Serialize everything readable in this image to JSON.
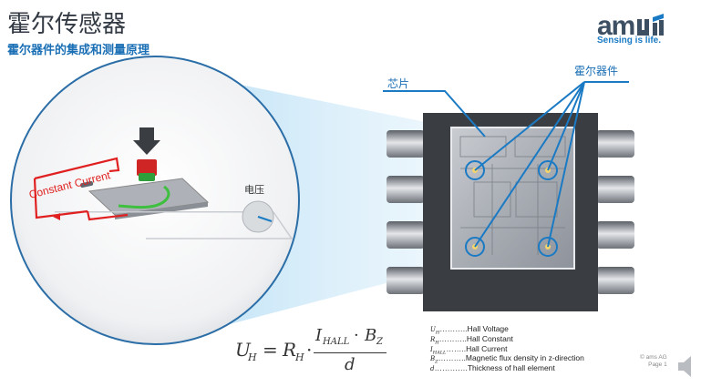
{
  "slide": {
    "title": "霍尔传感器",
    "subtitle": "霍尔器件的集成和测量原理"
  },
  "logo": {
    "wordmark": "am",
    "tagline": "Sensing is life."
  },
  "diagram": {
    "constant_current_label": "Constant Current",
    "voltage_label": "电压",
    "chip_label": "芯片",
    "hall_device_label": "霍尔器件"
  },
  "formula": {
    "lhs": "U",
    "lhs_sub": "H",
    "equals": "=",
    "r": "R",
    "r_sub": "H",
    "dot": "·",
    "i": "I",
    "i_sub": "HALL",
    "b": "B",
    "b_sub": "Z",
    "denominator": "d"
  },
  "legend": [
    {
      "symbol": "U",
      "sub": "H",
      "dots": "………..",
      "text": "Hall Voltage"
    },
    {
      "symbol": "R",
      "sub": "H",
      "dots": "………..",
      "text": "Hall Constant"
    },
    {
      "symbol": "I",
      "sub": "HALL",
      "dots": "……..",
      "text": "Hall Current"
    },
    {
      "symbol": "B",
      "sub": "Z",
      "dots": "………..",
      "text": "Magnetic flux density in z-direction"
    },
    {
      "symbol": "d",
      "sub": "",
      "dots": "………….",
      "text": "Thickness of hall element"
    }
  ],
  "footer": {
    "company": "© ams AG",
    "page": "Page 1"
  },
  "colors": {
    "accent_blue": "#1a7ac4",
    "chip_body": "#3a3d42",
    "current_red": "#e02020",
    "trace_green": "#3fbf3f"
  }
}
